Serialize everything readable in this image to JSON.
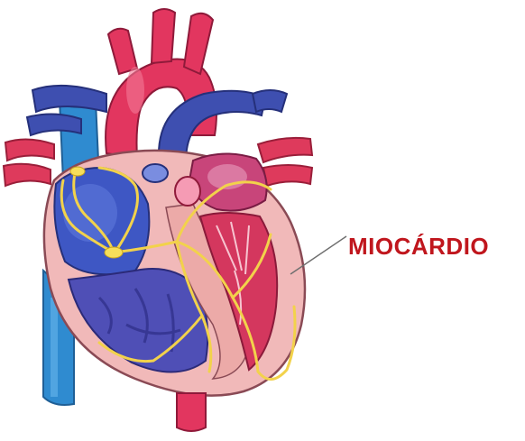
{
  "labels": [
    {
      "id": "myocardium",
      "text": "MIOCÁRDIO"
    }
  ],
  "colors": {
    "label": "#c0161d",
    "leader_line": "#6f6f6f",
    "aorta": "#e2365f",
    "pulmonary_artery": "#3a4fae",
    "vena_cava": "#2a86c6",
    "pulmonary_veins": "#de3a5c",
    "right_heart": "#5b63c9",
    "left_heart": "#c8456b",
    "myocardium": "#f1b9b9",
    "conduction_system": "#f2d24b"
  },
  "icons": [
    "heart-anatomy-illustration"
  ]
}
